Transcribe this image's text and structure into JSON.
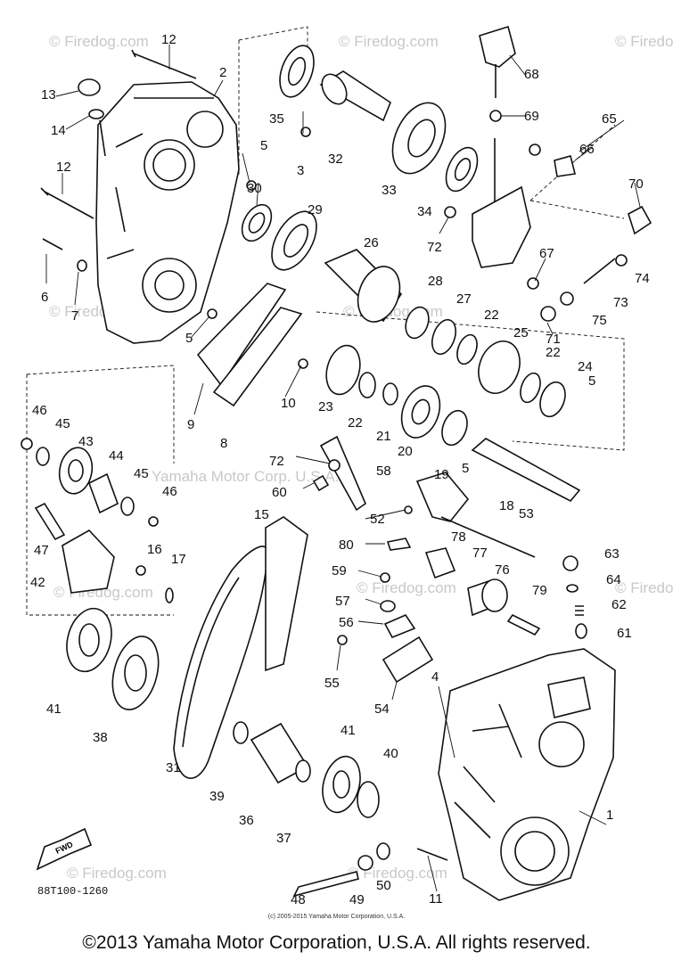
{
  "diagram": {
    "part_labels": [
      "1",
      "2",
      "3",
      "4",
      "5",
      "5",
      "5",
      "5",
      "6",
      "7",
      "8",
      "9",
      "10",
      "11",
      "12",
      "12",
      "13",
      "14",
      "15",
      "16",
      "17",
      "18",
      "19",
      "20",
      "21",
      "22",
      "22",
      "22",
      "23",
      "24",
      "25",
      "26",
      "27",
      "28",
      "29",
      "30",
      "31",
      "32",
      "33",
      "34",
      "35",
      "36",
      "37",
      "38",
      "39",
      "40",
      "41",
      "41",
      "42",
      "43",
      "44",
      "45",
      "45",
      "46",
      "46",
      "47",
      "48",
      "49",
      "50",
      "52",
      "53",
      "54",
      "55",
      "56",
      "57",
      "58",
      "59",
      "60",
      "61",
      "62",
      "63",
      "64",
      "65",
      "66",
      "67",
      "68",
      "69",
      "70",
      "71",
      "72",
      "72",
      "73",
      "74",
      "75",
      "76",
      "77",
      "78",
      "79",
      "80"
    ],
    "watermark": "© Firedog.com",
    "watermark_center": "Yamaha Motor Corp. U.S.A.",
    "fwd_label": "FWD",
    "reference_code": "88T100-1260",
    "small_copyright": "(c) 2005-2015 Yamaha Motor Corporation, U.S.A.",
    "footer": "©2013 Yamaha Motor Corporation, U.S.A. All rights reserved."
  }
}
